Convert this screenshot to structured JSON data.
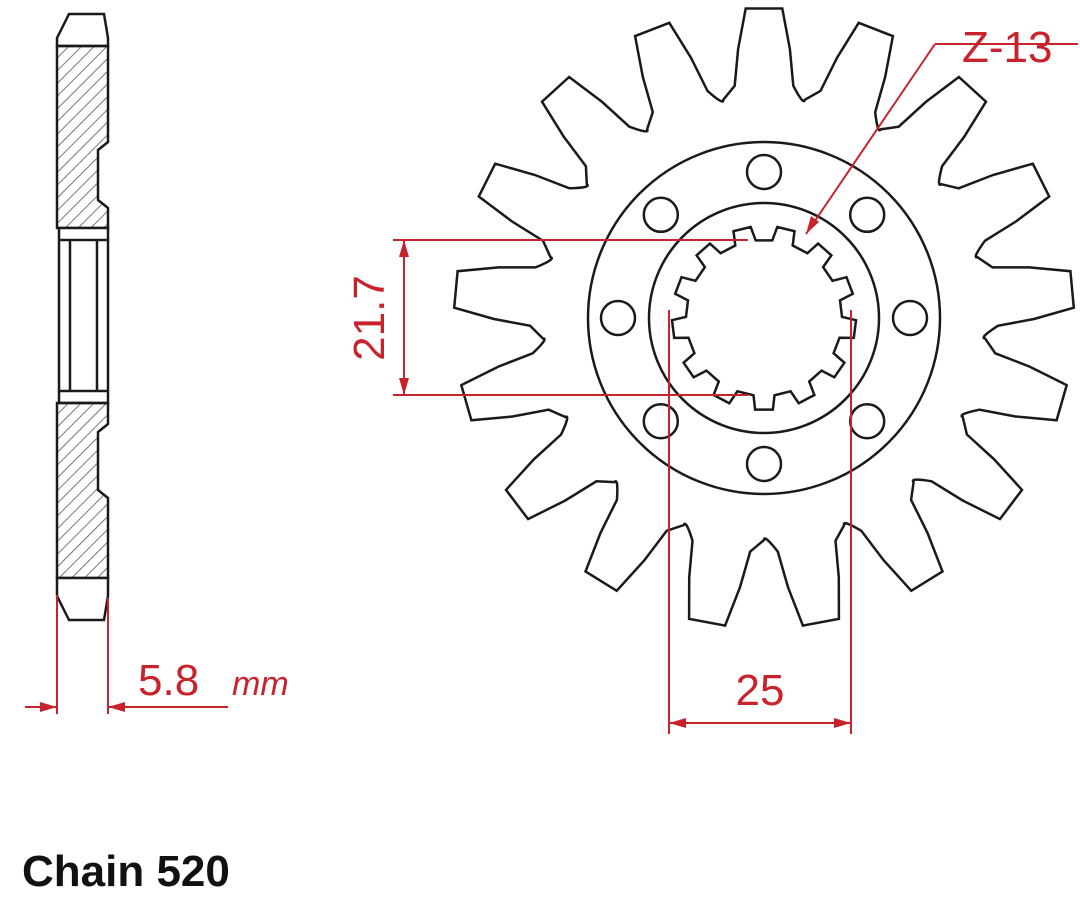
{
  "dimensions": {
    "thickness": {
      "value": "5.8",
      "unit": "mm"
    },
    "spline_inner": {
      "value": "21.7"
    },
    "spline_outer": {
      "value": "25"
    },
    "tooth_count": {
      "label": "Z-13"
    }
  },
  "caption": "Chain 520",
  "colors": {
    "outline": "#1a1a1a",
    "dimension": "#c8232c",
    "hatch": "#555555",
    "background": "#ffffff"
  }
}
